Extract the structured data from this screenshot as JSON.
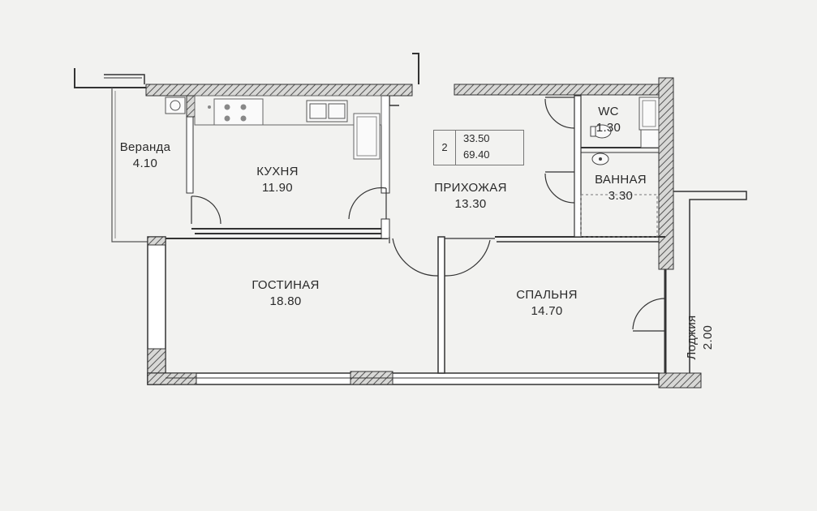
{
  "plan": {
    "summary": {
      "rooms": "2",
      "living_area": "33.50",
      "total_area": "69.40"
    },
    "rooms": [
      {
        "name": "Веранда",
        "area": "4.10"
      },
      {
        "name": "КУХНЯ",
        "area": "11.90"
      },
      {
        "name": "ПРИХОЖАЯ",
        "area": "13.30"
      },
      {
        "name": "WC",
        "area": "1.30"
      },
      {
        "name": "ВАННАЯ",
        "area": "3.30"
      },
      {
        "name": "ГОСТИНАЯ",
        "area": "18.80"
      },
      {
        "name": "СПАЛЬНЯ",
        "area": "14.70"
      },
      {
        "name": "Лоджия",
        "area": "2.00"
      }
    ]
  },
  "colors": {
    "wall": "#2b2b2b",
    "hatch": "#555555",
    "line": "#333333",
    "background": "#f2f2f0"
  },
  "icons": [
    "stove-icon",
    "sink-icon",
    "toilet-icon",
    "washbasin-icon",
    "bathtub-icon",
    "shower-icon"
  ]
}
